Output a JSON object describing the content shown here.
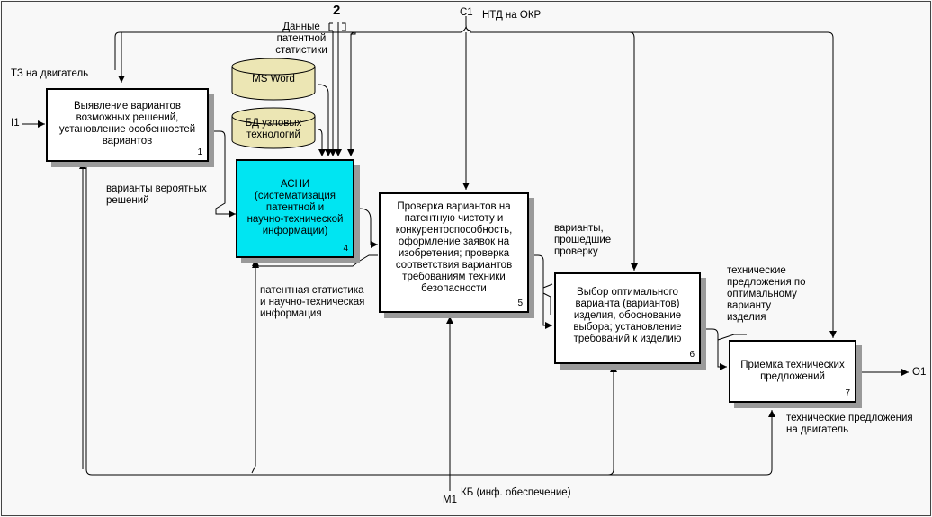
{
  "diagram": {
    "boxes": [
      {
        "id": "1",
        "text": [
          "Выявление вариантов",
          "возможных решений,",
          "установление особенностей",
          "вариантов"
        ]
      },
      {
        "id": "4",
        "text": [
          "АСНИ",
          "(систематизация",
          "патентной  и",
          "научно-технической",
          "информации)"
        ]
      },
      {
        "id": "5",
        "text": [
          "Проверка вариантов на",
          "патентную чистоту и",
          "конкурентоспособность,",
          "оформление заявок на",
          "изобретения; проверка",
          "соответствия вариантов",
          "требованиям техники",
          "безопасности"
        ]
      },
      {
        "id": "6",
        "text": [
          "Выбор оптимального",
          "варианта (вариантов)",
          "изделия, обоснование",
          "выбора; установление",
          "требований к изделию"
        ]
      },
      {
        "id": "7",
        "text": [
          "Приемка технических",
          "предложений"
        ]
      }
    ],
    "databases": [
      {
        "name": "ms-word",
        "text": [
          "MS Word"
        ]
      },
      {
        "name": "bd",
        "text": [
          "БД узловых",
          "технологий"
        ]
      }
    ],
    "labels": {
      "c1": "C1",
      "ntd": "НТД на ОКР",
      "two": "2",
      "patent_data": [
        "Данные",
        "патентной",
        "статистики"
      ],
      "tz": "ТЗ на двигатель",
      "i1": "I1",
      "variants_prob": [
        "варианты вероятных",
        "решений"
      ],
      "patent_stat": [
        "патентная статистика",
        "и научно-техническая",
        "информация"
      ],
      "variants_passed": [
        "варианты,",
        "прошедшие",
        "проверку"
      ],
      "tech_proposals": [
        "технические",
        "предложения по",
        "оптимальному",
        "варианту",
        "изделия"
      ],
      "tech_engine": [
        "технические предложения",
        "на двигатель"
      ],
      "o1": "O1",
      "kb": "КБ (инф. обеспечение)",
      "m1": "M1"
    }
  },
  "colors": {
    "asni_fill": "#00e5f2",
    "database_fill": "#ece6b4",
    "shadow": "#9a9a9a"
  }
}
